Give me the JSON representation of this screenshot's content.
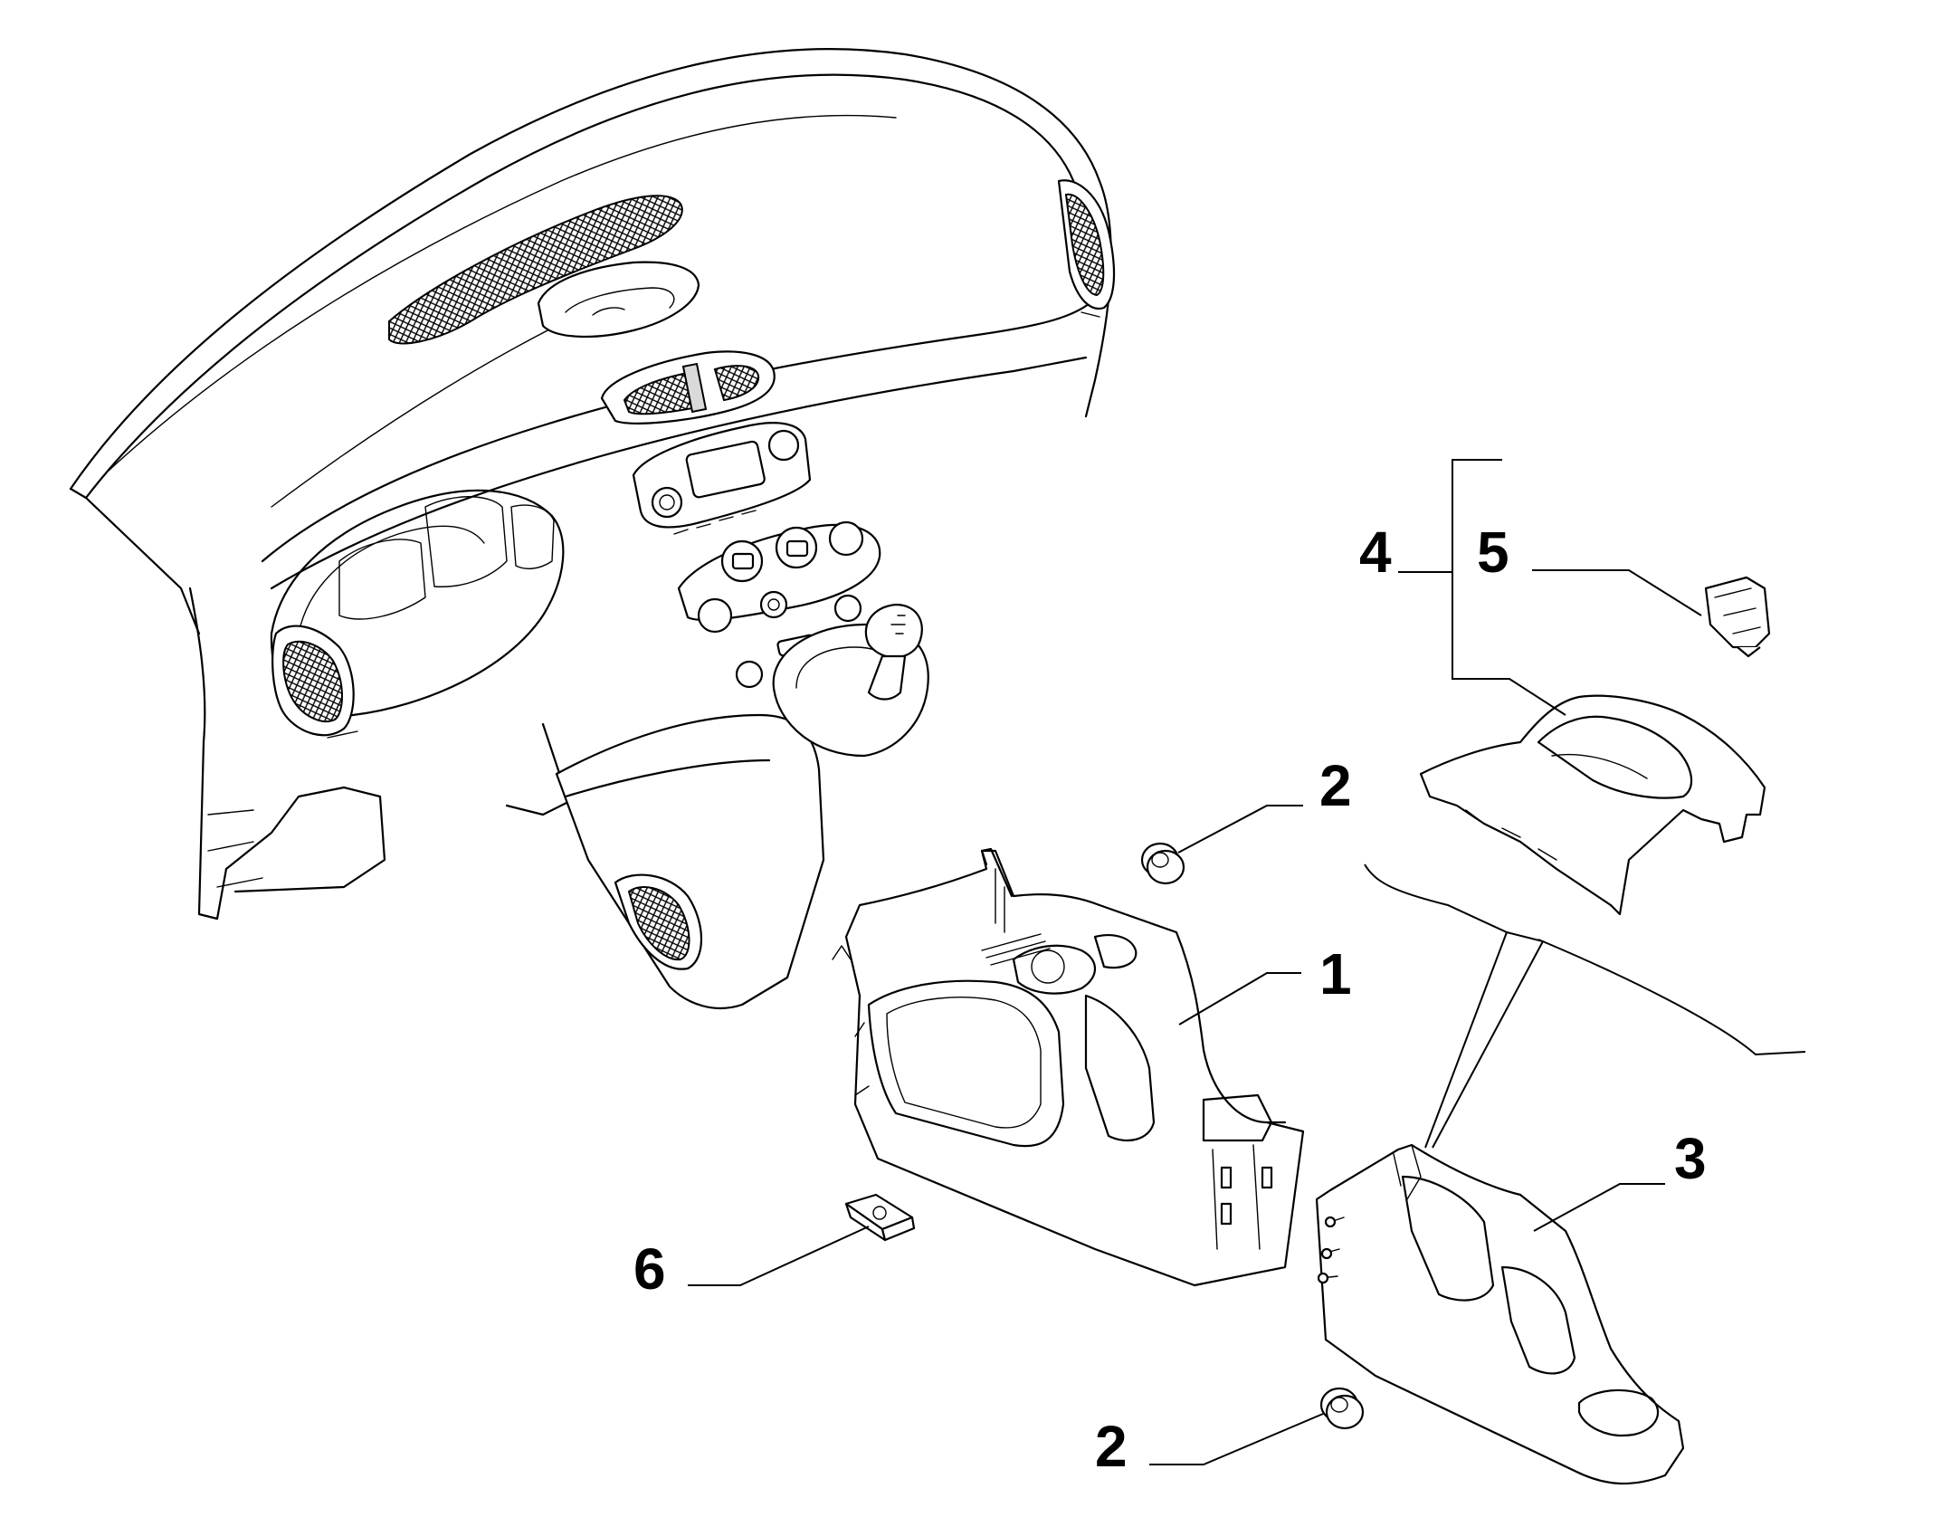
{
  "colors": {
    "line": "#000000",
    "background": "#ffffff"
  },
  "callouts": [
    {
      "id": "1",
      "text": "1"
    },
    {
      "id": "2a",
      "text": "2"
    },
    {
      "id": "2b",
      "text": "2"
    },
    {
      "id": "3",
      "text": "3"
    },
    {
      "id": "4",
      "text": "4"
    },
    {
      "id": "5",
      "text": "5"
    },
    {
      "id": "6",
      "text": "6"
    }
  ]
}
